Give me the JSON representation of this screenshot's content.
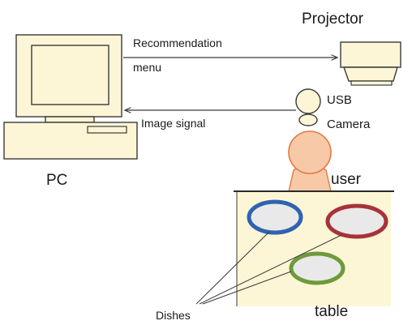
{
  "labels": {
    "projector": "Projector",
    "recommendation_line1": "Recommendation",
    "recommendation_line2": "menu",
    "usb": "USB",
    "camera": "Camera",
    "image_signal": "Image signal",
    "pc": "PC",
    "user": "user",
    "table": "table",
    "dishes": "Dishes"
  },
  "colors": {
    "device_fill": "#fdf6d6",
    "outline": "#3a3a3a",
    "user_fill": "#f8c9a6",
    "user_stroke": "#e07a45",
    "table_fill": "#fdf6d6",
    "dish_blue": "#2f63b0",
    "dish_red": "#a8323a",
    "dish_green": "#6e9a3b",
    "dish_plate": "#e9e9e9"
  }
}
